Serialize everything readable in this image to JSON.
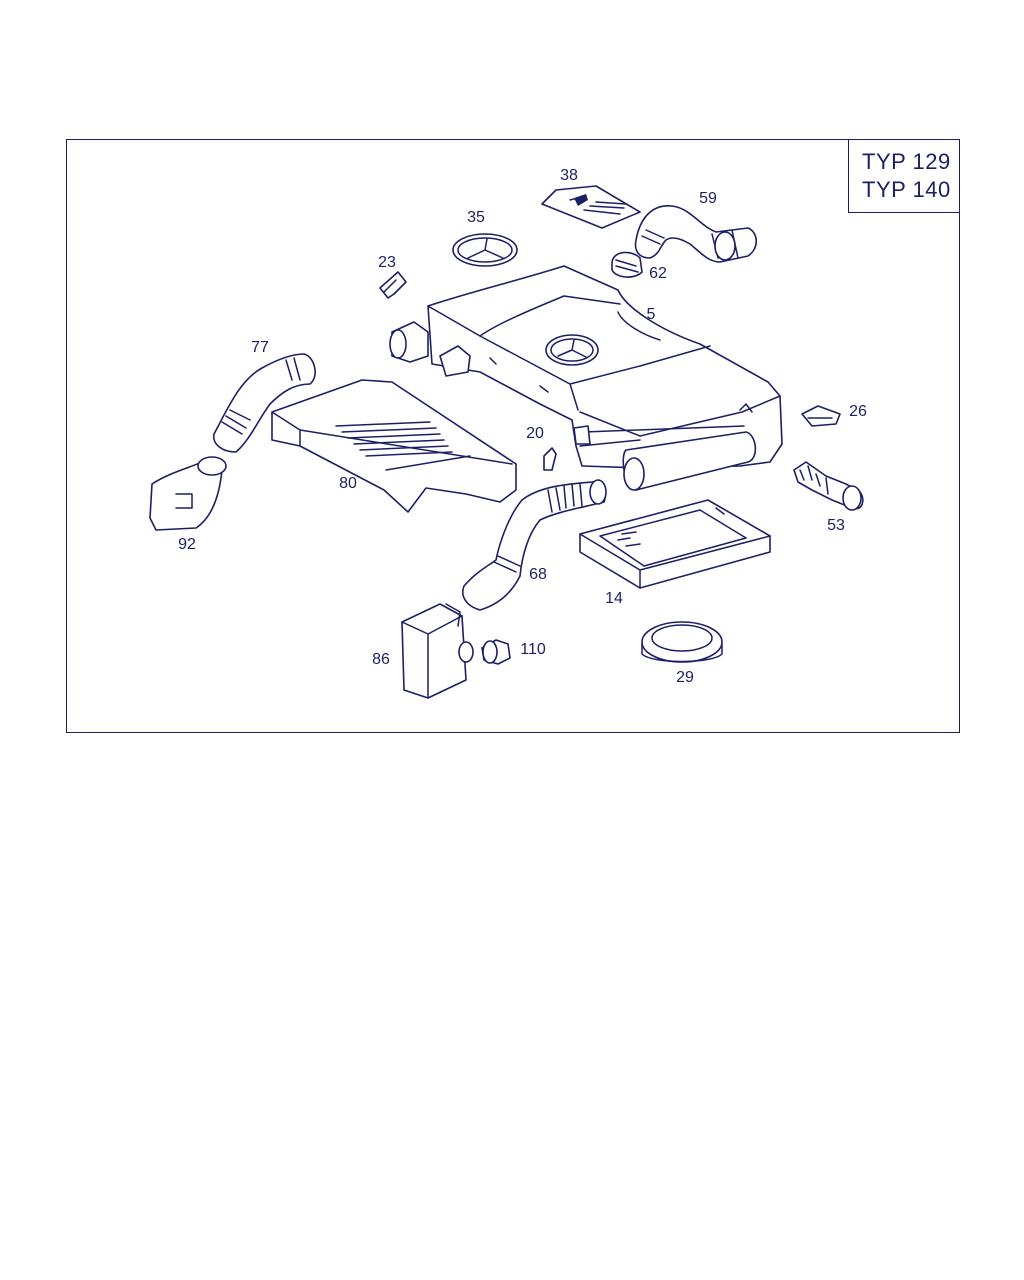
{
  "type_box": {
    "line1": "TYP 129",
    "line2": "TYP 140"
  },
  "callouts": {
    "p5": "5",
    "p14": "14",
    "p20": "20",
    "p23": "23",
    "p26": "26",
    "p29": "29",
    "p35": "35",
    "p38": "38",
    "p53": "53",
    "p59": "59",
    "p62": "62",
    "p68": "68",
    "p77": "77",
    "p80": "80",
    "p86": "86",
    "p92": "92",
    "p110": "110"
  },
  "colors": {
    "line": "#1c1f66",
    "background": "#ffffff"
  }
}
